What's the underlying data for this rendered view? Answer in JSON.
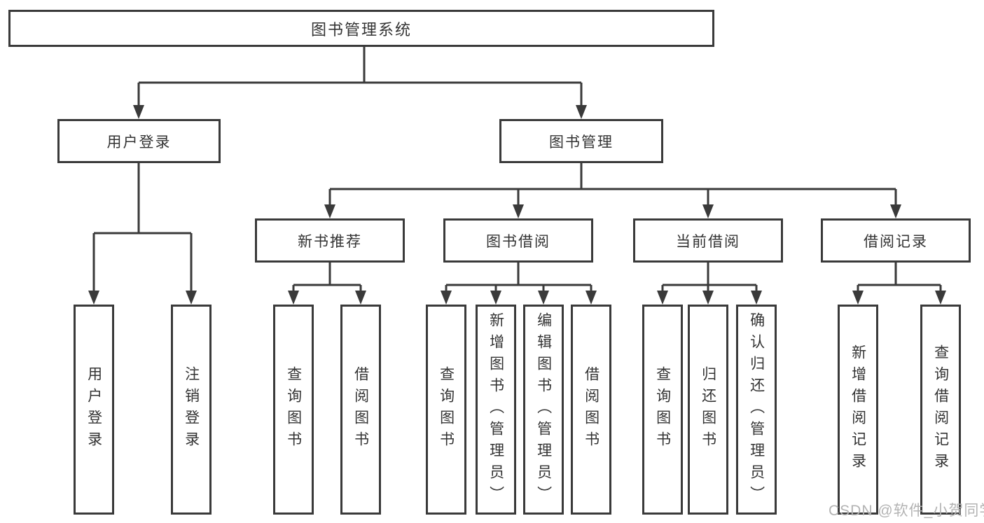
{
  "colors": {
    "line": "#3a3a3a",
    "box_border": "#3a3a3a",
    "text": "#333333",
    "background": "#ffffff",
    "watermark": "#b3b3b3"
  },
  "watermark": "CSDN @软件_小贺同学",
  "tree": {
    "label": "图书管理系统",
    "children": [
      {
        "label": "用户登录",
        "children": [
          {
            "label": "用户登录"
          },
          {
            "label": "注销登录"
          }
        ]
      },
      {
        "label": "图书管理",
        "children": [
          {
            "label": "新书推荐",
            "children": [
              {
                "label": "查询图书"
              },
              {
                "label": "借阅图书"
              }
            ]
          },
          {
            "label": "图书借阅",
            "children": [
              {
                "label": "查询图书"
              },
              {
                "label": "新增图书（管理员）"
              },
              {
                "label": "编辑图书（管理员）"
              },
              {
                "label": "借阅图书"
              }
            ]
          },
          {
            "label": "当前借阅",
            "children": [
              {
                "label": "查询图书"
              },
              {
                "label": "归还图书"
              },
              {
                "label": "确认归还（管理员）"
              }
            ]
          },
          {
            "label": "借阅记录",
            "children": [
              {
                "label": "新增借阅记录"
              },
              {
                "label": "查询借阅记录"
              }
            ]
          }
        ]
      }
    ]
  }
}
